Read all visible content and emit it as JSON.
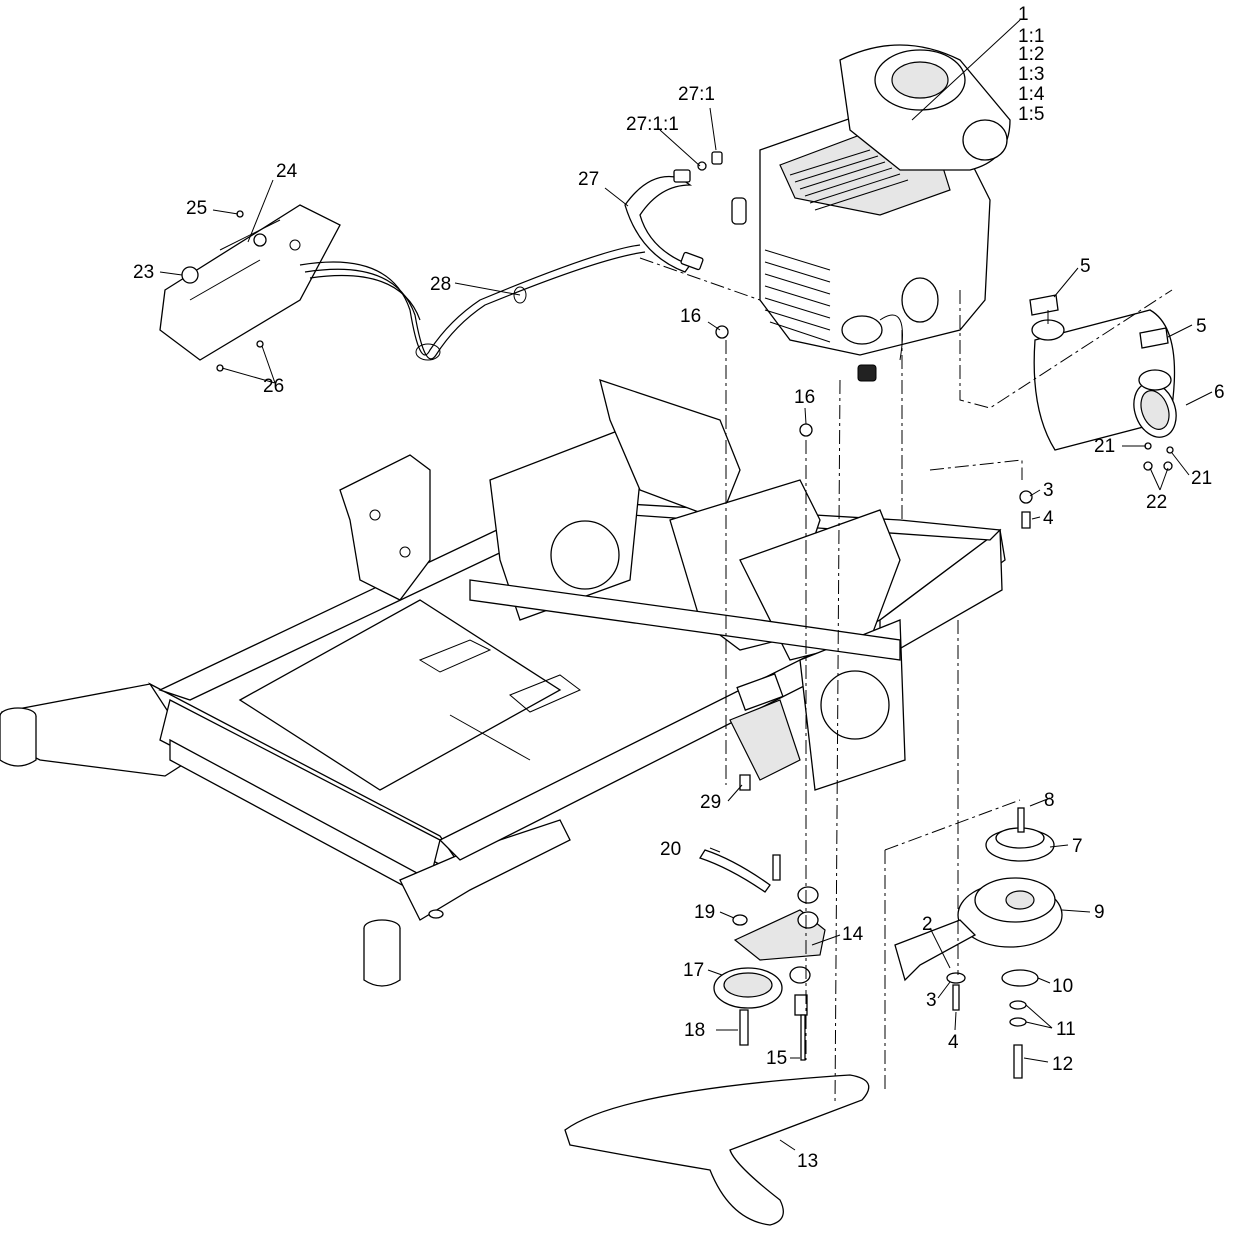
{
  "callouts": {
    "c1": "1",
    "c1_1": "1:1",
    "c1_2": "1:2",
    "c1_3": "1:3",
    "c1_4": "1:4",
    "c1_5": "1:5",
    "c2": "2",
    "c3a": "3",
    "c3b": "3",
    "c4a": "4",
    "c4b": "4",
    "c5a": "5",
    "c5b": "5",
    "c6": "6",
    "c7": "7",
    "c8": "8",
    "c9": "9",
    "c10": "10",
    "c11": "11",
    "c12": "12",
    "c13": "13",
    "c14": "14",
    "c15": "15",
    "c16a": "16",
    "c16b": "16",
    "c17": "17",
    "c18": "18",
    "c19": "19",
    "c20": "20",
    "c21a": "21",
    "c21b": "21",
    "c22": "22",
    "c23": "23",
    "c24": "24",
    "c25": "25",
    "c26": "26",
    "c27": "27",
    "c27_1": "27:1",
    "c27_1_1": "27:1:1",
    "c28": "28",
    "c29": "29"
  }
}
